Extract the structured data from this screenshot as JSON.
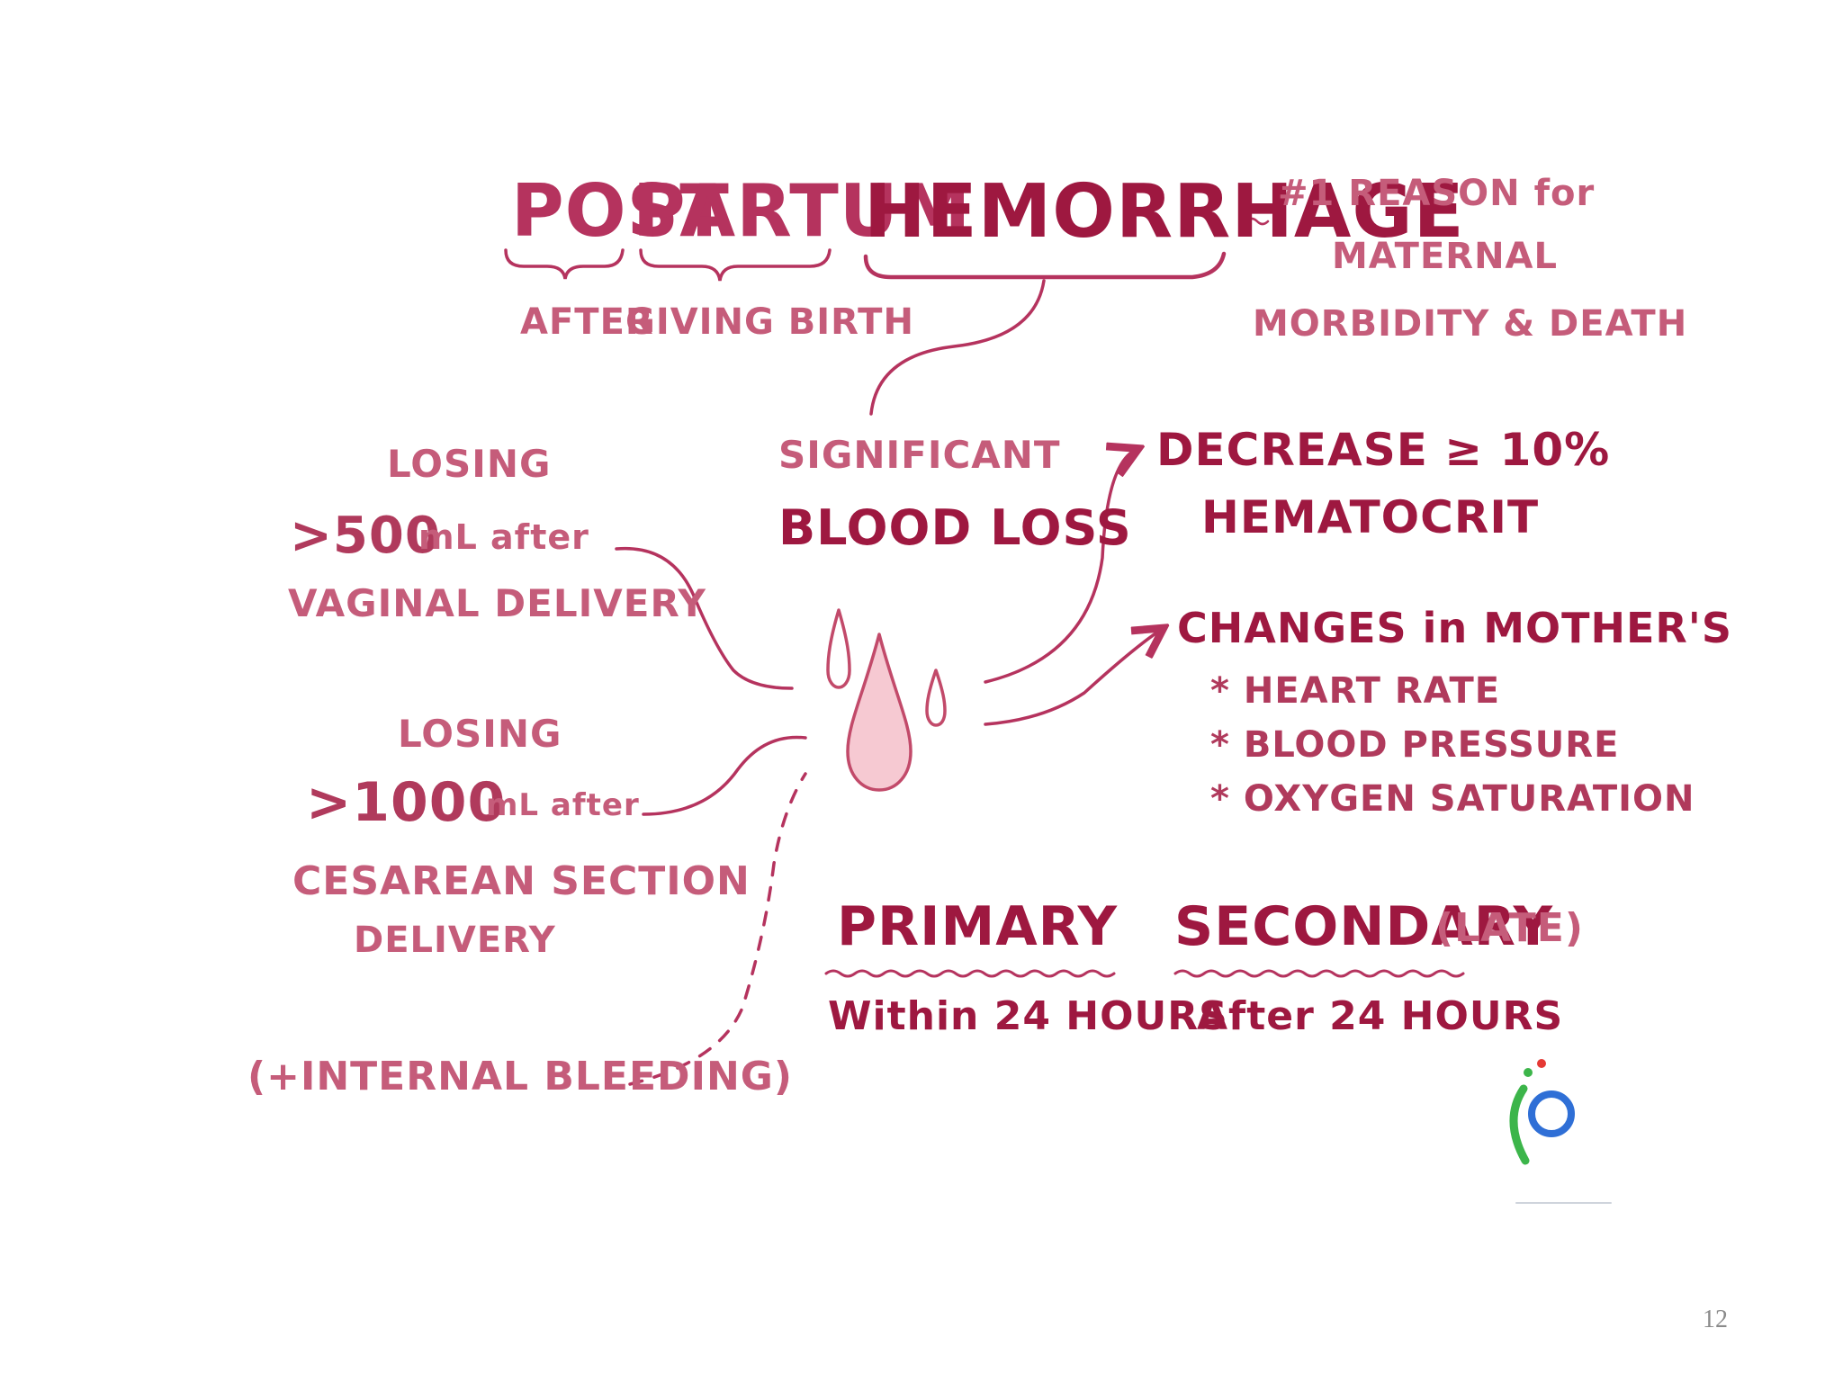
{
  "slide": {
    "page_number": "12"
  },
  "title": {
    "post": "POST",
    "partum": "PARTUM",
    "hemorrhage": "HEMORRHAGE"
  },
  "title_labels": {
    "after": "AFTER",
    "giving_birth": "GIVING BIRTH"
  },
  "reason": {
    "line1": "#1 REASON for",
    "line2": "MATERNAL",
    "line3": "MORBIDITY & DEATH"
  },
  "center": {
    "line1": "SIGNIFICANT",
    "line2": "BLOOD LOSS"
  },
  "vaginal": {
    "line1": "LOSING",
    "amount": ">500",
    "unit": "mL after",
    "line3": "VAGINAL DELIVERY"
  },
  "cesarean": {
    "line1": "LOSING",
    "amount": ">1000",
    "unit": "mL after",
    "line3": "CESAREAN SECTION",
    "line4": "DELIVERY"
  },
  "internal": {
    "label": "(+INTERNAL BLEEDING)"
  },
  "hematocrit": {
    "line1": "DECREASE ≥ 10%",
    "line2": "HEMATOCRIT"
  },
  "changes": {
    "heading": "CHANGES in MOTHER'S",
    "items": [
      "* HEART RATE",
      "* BLOOD PRESSURE",
      "* OXYGEN SATURATION"
    ]
  },
  "types": {
    "primary": {
      "label": "PRIMARY",
      "sub": "Within 24 HOURS"
    },
    "secondary": {
      "label": "SECONDARY",
      "note": "(LATE)",
      "sub": "After 24 HOURS"
    }
  },
  "colors": {
    "title": "#b5335e",
    "light_text": "#c55c7a",
    "dark_text": "#9e1840",
    "line": "#b5335e",
    "drop_fill": "#f6c9d2",
    "drop_stroke": "#c24a6a",
    "logo_blue": "#2f6fd6",
    "logo_green": "#3cb54a",
    "logo_red": "#e53935"
  },
  "icons": {
    "blood_drop": "blood-drop-icon",
    "logo": "osmosis-logo-icon"
  }
}
